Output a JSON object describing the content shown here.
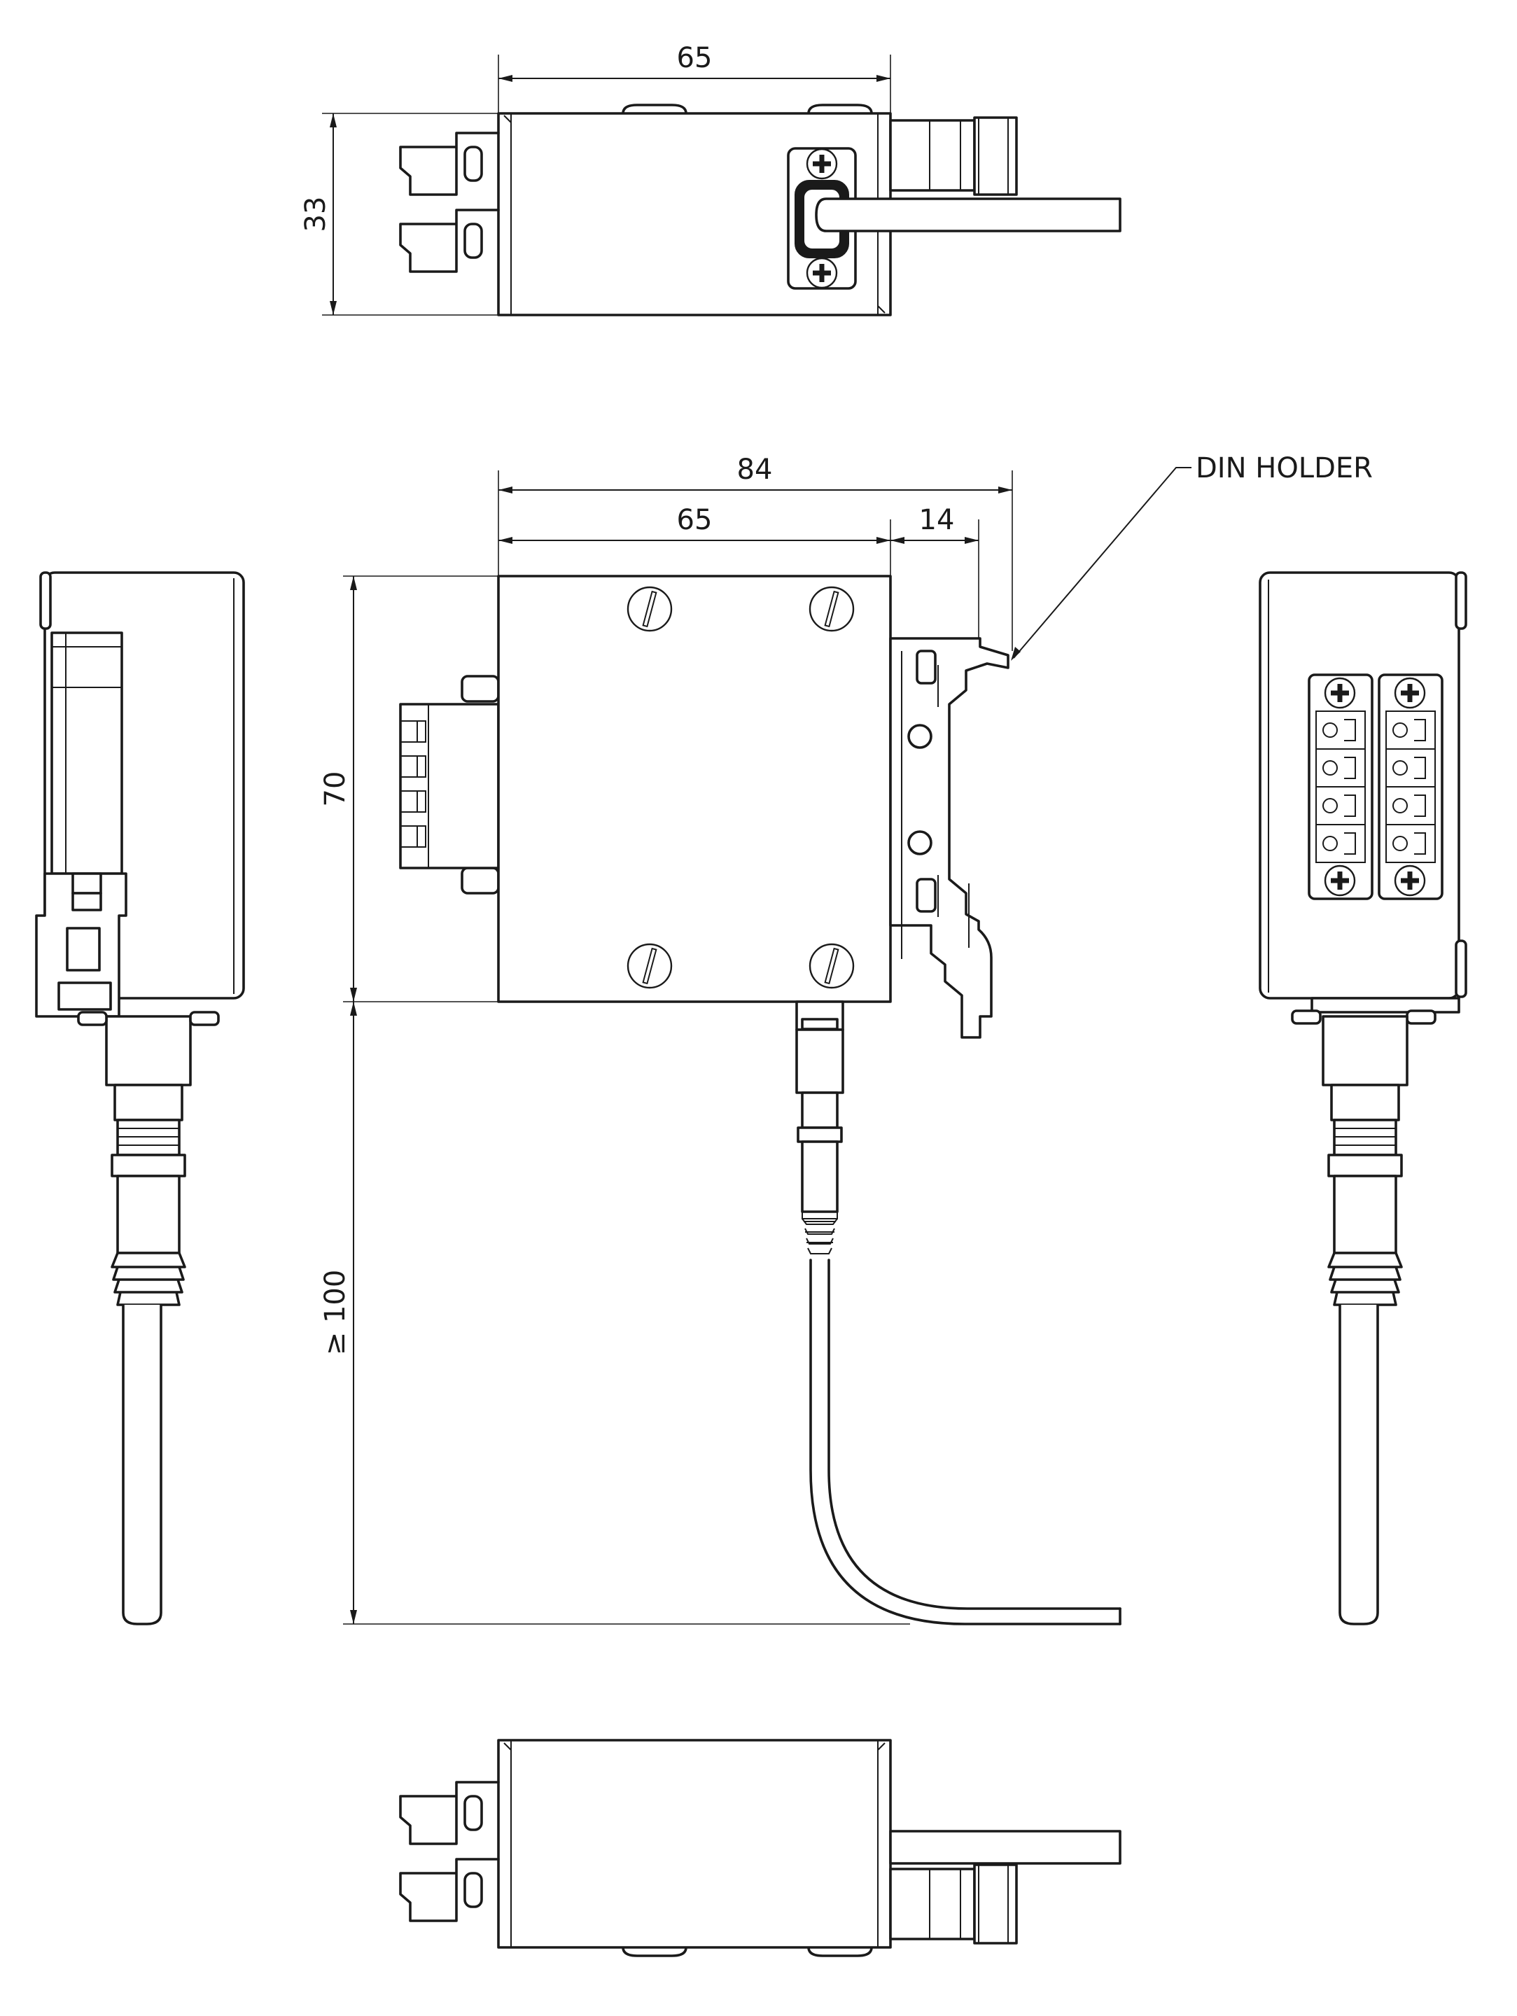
{
  "dimensions": {
    "top_width": "65",
    "top_height": "33",
    "front_total_width": "84",
    "front_body_width": "65",
    "din_holder_width": "14",
    "front_height": "70",
    "cable_length": "≥ 100"
  },
  "callouts": {
    "din_holder": "DIN HOLDER"
  },
  "colors": {
    "line": "#1a1a1a",
    "background": "#ffffff"
  }
}
